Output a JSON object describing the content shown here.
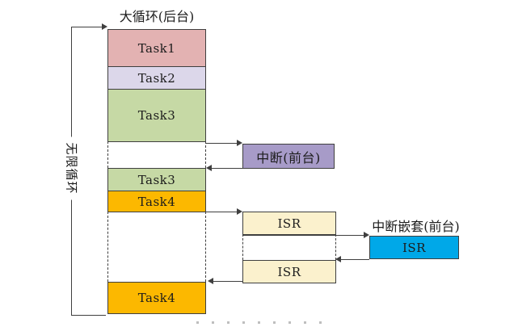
{
  "title": "大循环(后台)",
  "left_loop_label": "无限循环",
  "labels": {
    "nested_interrupt": "中断嵌套(前台)"
  },
  "boxes": {
    "task1": "Task1",
    "task2": "Task2",
    "task3_first": "Task3",
    "task3_second": "Task3",
    "task4_first": "Task4",
    "task4_second": "Task4",
    "interrupt": "中断(前台)",
    "isr_first": "ISR",
    "isr_second": "ISR",
    "isr_nested": "ISR"
  },
  "colors": {
    "task1": "#e3b2b2",
    "task2": "#dcd7ea",
    "task3": "#c6d9a5",
    "task4": "#fcb800",
    "interrupt": "#a79bc8",
    "isr": "#fbf1cd",
    "isr_nested": "#00a8e8",
    "line": "#3f3f3f",
    "text": "#1c1c1c"
  }
}
